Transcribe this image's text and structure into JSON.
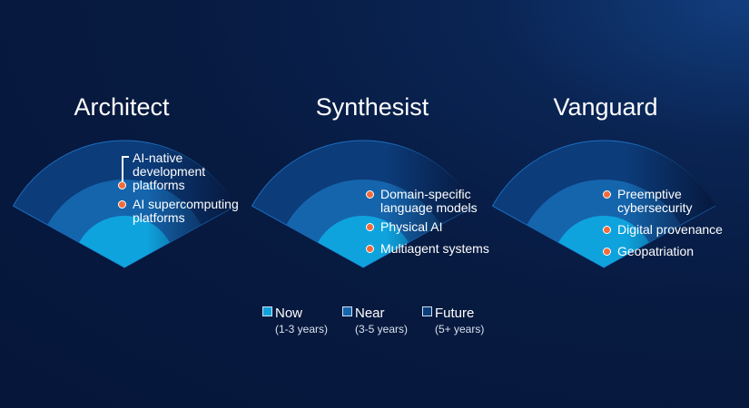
{
  "colors": {
    "now": "#0fa3de",
    "near": "#1565ad",
    "future": "#0c3c7a",
    "dot": "#f26b3a"
  },
  "panels": [
    {
      "title": "Architect",
      "items": [
        "AI-native development platforms",
        "AI supercomputing platforms"
      ]
    },
    {
      "title": "Synthesist",
      "items": [
        "Domain-specific language models",
        "Physical AI",
        "Multiagent systems"
      ]
    },
    {
      "title": "Vanguard",
      "items": [
        "Preemptive cybersecurity",
        "Digital provenance",
        "Geopatriation"
      ]
    }
  ],
  "legend": [
    {
      "label": "Now",
      "range": "(1-3 years)"
    },
    {
      "label": "Near",
      "range": "(3-5 years)"
    },
    {
      "label": "Future",
      "range": "(5+ years)"
    }
  ]
}
